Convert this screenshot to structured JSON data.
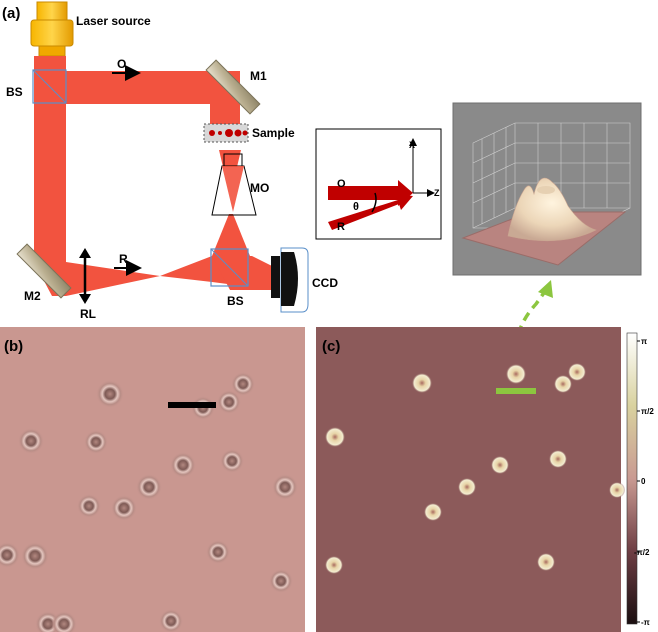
{
  "panel_a": {
    "label": "(a)",
    "laser_label": "Laser source",
    "bs_top": "BS",
    "object_beam": "O",
    "m1": "M1",
    "sample": "Sample",
    "mo": "MO",
    "m2": "M2",
    "rl": "RL",
    "reference_beam": "R",
    "bs_bottom": "BS",
    "ccd": "CCD"
  },
  "inset_angle": {
    "x_axis": "X",
    "z_axis": "Z",
    "object": "O",
    "theta": "θ",
    "reference": "R"
  },
  "panel_b": {
    "label": "(b)"
  },
  "panel_c": {
    "label": "(c)"
  },
  "colorbar": {
    "ticks": [
      "π",
      "π/2",
      "0",
      "-π/2",
      "-π"
    ]
  },
  "colors": {
    "beam": "#f2533f",
    "hologram_bg": "#c99790",
    "phase_bg": "#8c5a5a",
    "scale_bar": "#000000",
    "marker": "#8cc63f"
  }
}
